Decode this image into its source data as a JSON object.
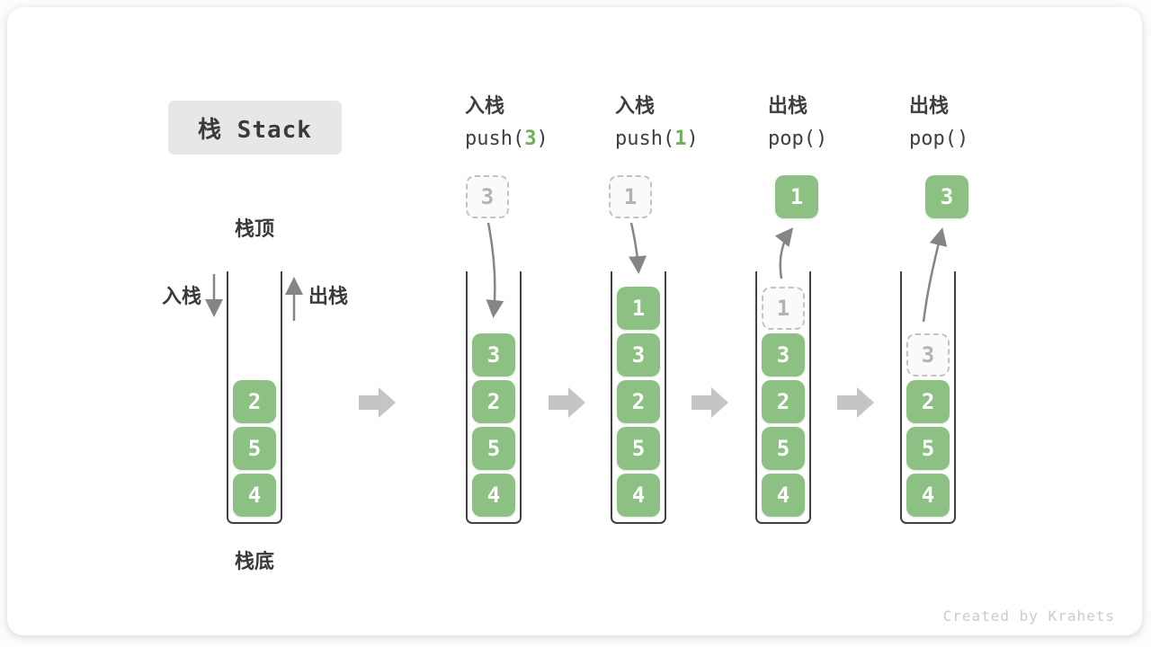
{
  "title": {
    "label": "栈 Stack"
  },
  "watermark": "Created by Krahets",
  "labels": {
    "stack_top": "栈顶",
    "stack_bottom": "栈底",
    "push_side": "入栈",
    "pop_side": "出栈"
  },
  "colors": {
    "element_green": "#8dc184",
    "code_arg_green": "#6fae58",
    "wall_dark": "#424242",
    "curve_arrow_gray": "#858585",
    "block_arrow_gray": "#c5c5c5",
    "dashed_border": "#c3c3c3",
    "dashed_text": "#b3b3b3",
    "text_dark": "#3f3f3f",
    "title_bg": "#e7e7e7"
  },
  "stacks": [
    {
      "name": "initial-stack",
      "header": null,
      "floating": null,
      "cells": [
        {
          "row": 2,
          "value": "2",
          "style": "solid"
        },
        {
          "row": 3,
          "value": "5",
          "style": "solid"
        },
        {
          "row": 4,
          "value": "4",
          "style": "solid"
        }
      ]
    },
    {
      "name": "stack-after-push-3",
      "header": {
        "op": "入栈",
        "code_pre": "push(",
        "code_arg": "3",
        "code_post": ")"
      },
      "floating": {
        "value": "3",
        "style": "dashed"
      },
      "cells": [
        {
          "row": 1,
          "value": "3",
          "style": "solid"
        },
        {
          "row": 2,
          "value": "2",
          "style": "solid"
        },
        {
          "row": 3,
          "value": "5",
          "style": "solid"
        },
        {
          "row": 4,
          "value": "4",
          "style": "solid"
        }
      ]
    },
    {
      "name": "stack-after-push-1",
      "header": {
        "op": "入栈",
        "code_pre": "push(",
        "code_arg": "1",
        "code_post": ")"
      },
      "floating": {
        "value": "1",
        "style": "dashed"
      },
      "cells": [
        {
          "row": 0,
          "value": "1",
          "style": "solid"
        },
        {
          "row": 1,
          "value": "3",
          "style": "solid"
        },
        {
          "row": 2,
          "value": "2",
          "style": "solid"
        },
        {
          "row": 3,
          "value": "5",
          "style": "solid"
        },
        {
          "row": 4,
          "value": "4",
          "style": "solid"
        }
      ]
    },
    {
      "name": "stack-after-pop-1",
      "header": {
        "op": "出栈",
        "code_pre": "pop(",
        "code_arg": "",
        "code_post": ")"
      },
      "floating": {
        "value": "1",
        "style": "solid"
      },
      "cells": [
        {
          "row": 0,
          "value": "1",
          "style": "dashed"
        },
        {
          "row": 1,
          "value": "3",
          "style": "solid"
        },
        {
          "row": 2,
          "value": "2",
          "style": "solid"
        },
        {
          "row": 3,
          "value": "5",
          "style": "solid"
        },
        {
          "row": 4,
          "value": "4",
          "style": "solid"
        }
      ]
    },
    {
      "name": "stack-after-pop-3",
      "header": {
        "op": "出栈",
        "code_pre": "pop(",
        "code_arg": "",
        "code_post": ")"
      },
      "floating": {
        "value": "3",
        "style": "solid"
      },
      "cells": [
        {
          "row": 1,
          "value": "3",
          "style": "dashed"
        },
        {
          "row": 2,
          "value": "2",
          "style": "solid"
        },
        {
          "row": 3,
          "value": "5",
          "style": "solid"
        },
        {
          "row": 4,
          "value": "4",
          "style": "solid"
        }
      ]
    }
  ]
}
